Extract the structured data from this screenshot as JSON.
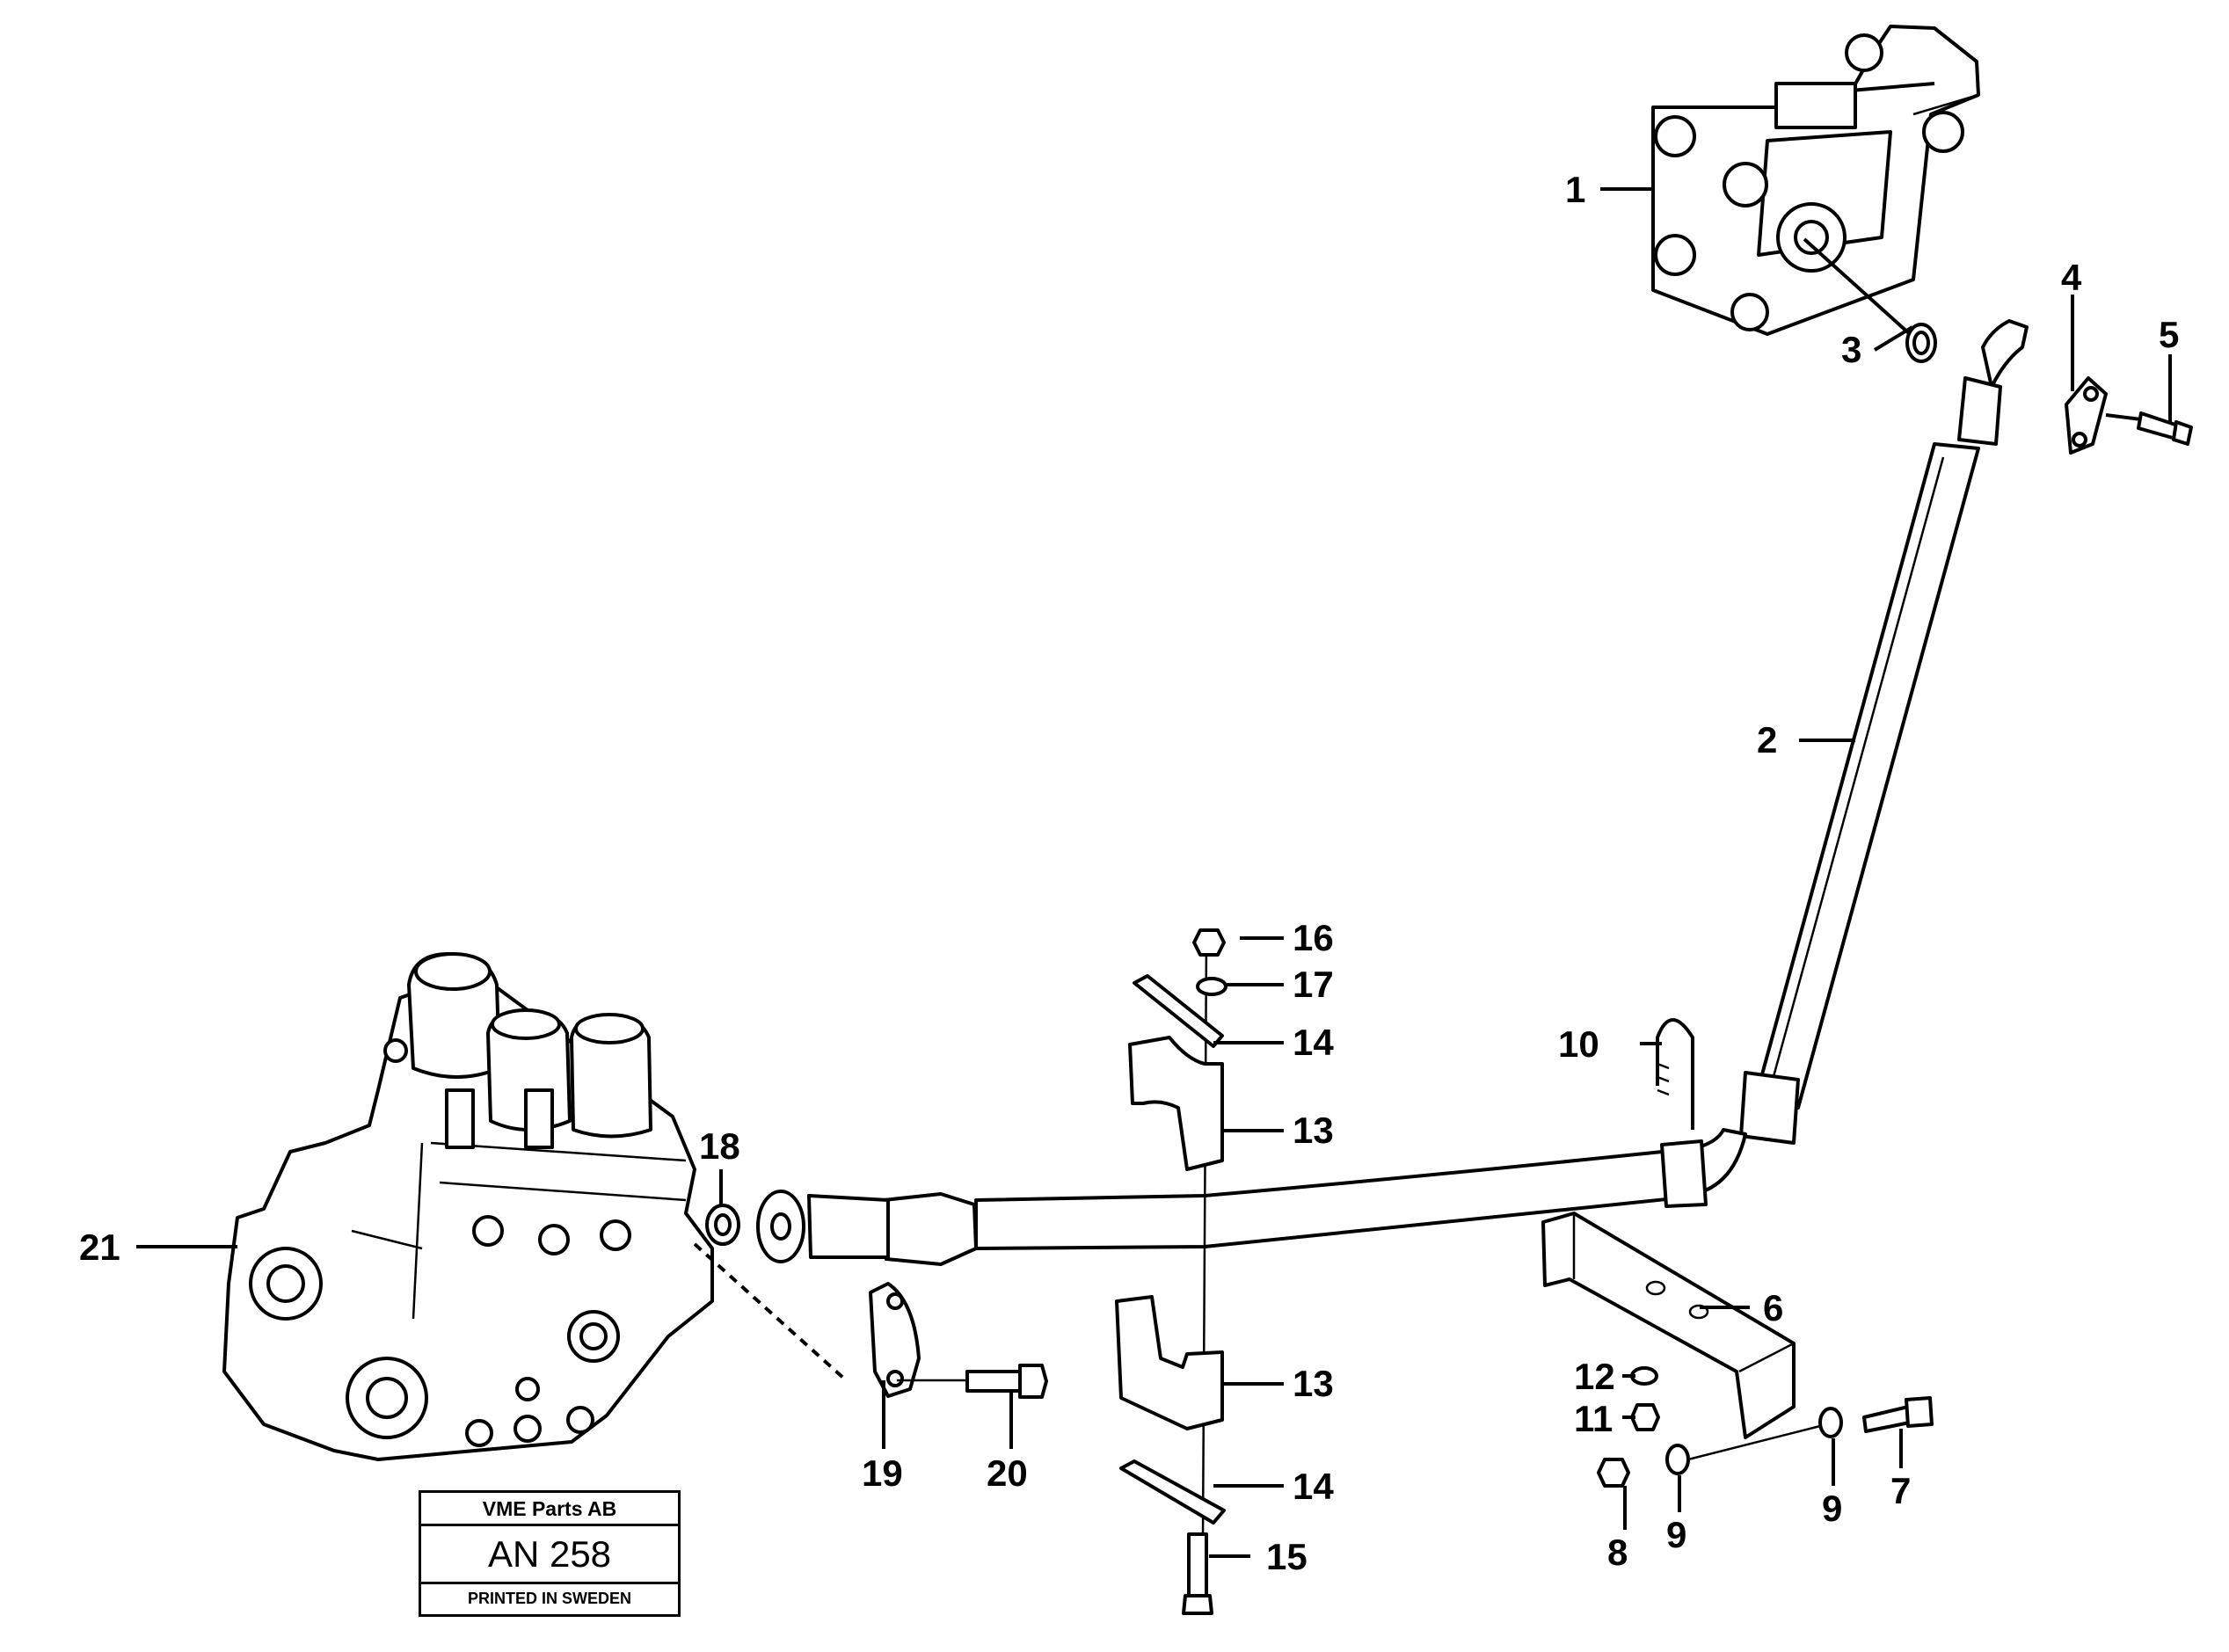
{
  "diagram": {
    "callouts": [
      {
        "id": "c1",
        "label": "1"
      },
      {
        "id": "c2",
        "label": "2"
      },
      {
        "id": "c3",
        "label": "3"
      },
      {
        "id": "c4",
        "label": "4"
      },
      {
        "id": "c5",
        "label": "5"
      },
      {
        "id": "c6",
        "label": "6"
      },
      {
        "id": "c7",
        "label": "7"
      },
      {
        "id": "c8",
        "label": "8"
      },
      {
        "id": "c9a",
        "label": "9"
      },
      {
        "id": "c9b",
        "label": "9"
      },
      {
        "id": "c10",
        "label": "10"
      },
      {
        "id": "c11",
        "label": "11"
      },
      {
        "id": "c12",
        "label": "12"
      },
      {
        "id": "c13a",
        "label": "13"
      },
      {
        "id": "c13b",
        "label": "13"
      },
      {
        "id": "c14a",
        "label": "14"
      },
      {
        "id": "c14b",
        "label": "14"
      },
      {
        "id": "c15",
        "label": "15"
      },
      {
        "id": "c16",
        "label": "16"
      },
      {
        "id": "c17",
        "label": "17"
      },
      {
        "id": "c18",
        "label": "18"
      },
      {
        "id": "c19",
        "label": "19"
      },
      {
        "id": "c20",
        "label": "20"
      },
      {
        "id": "c21",
        "label": "21"
      }
    ]
  },
  "stamp": {
    "company": "VME Parts AB",
    "code": "AN 258",
    "printed": "PRINTED IN SWEDEN"
  }
}
